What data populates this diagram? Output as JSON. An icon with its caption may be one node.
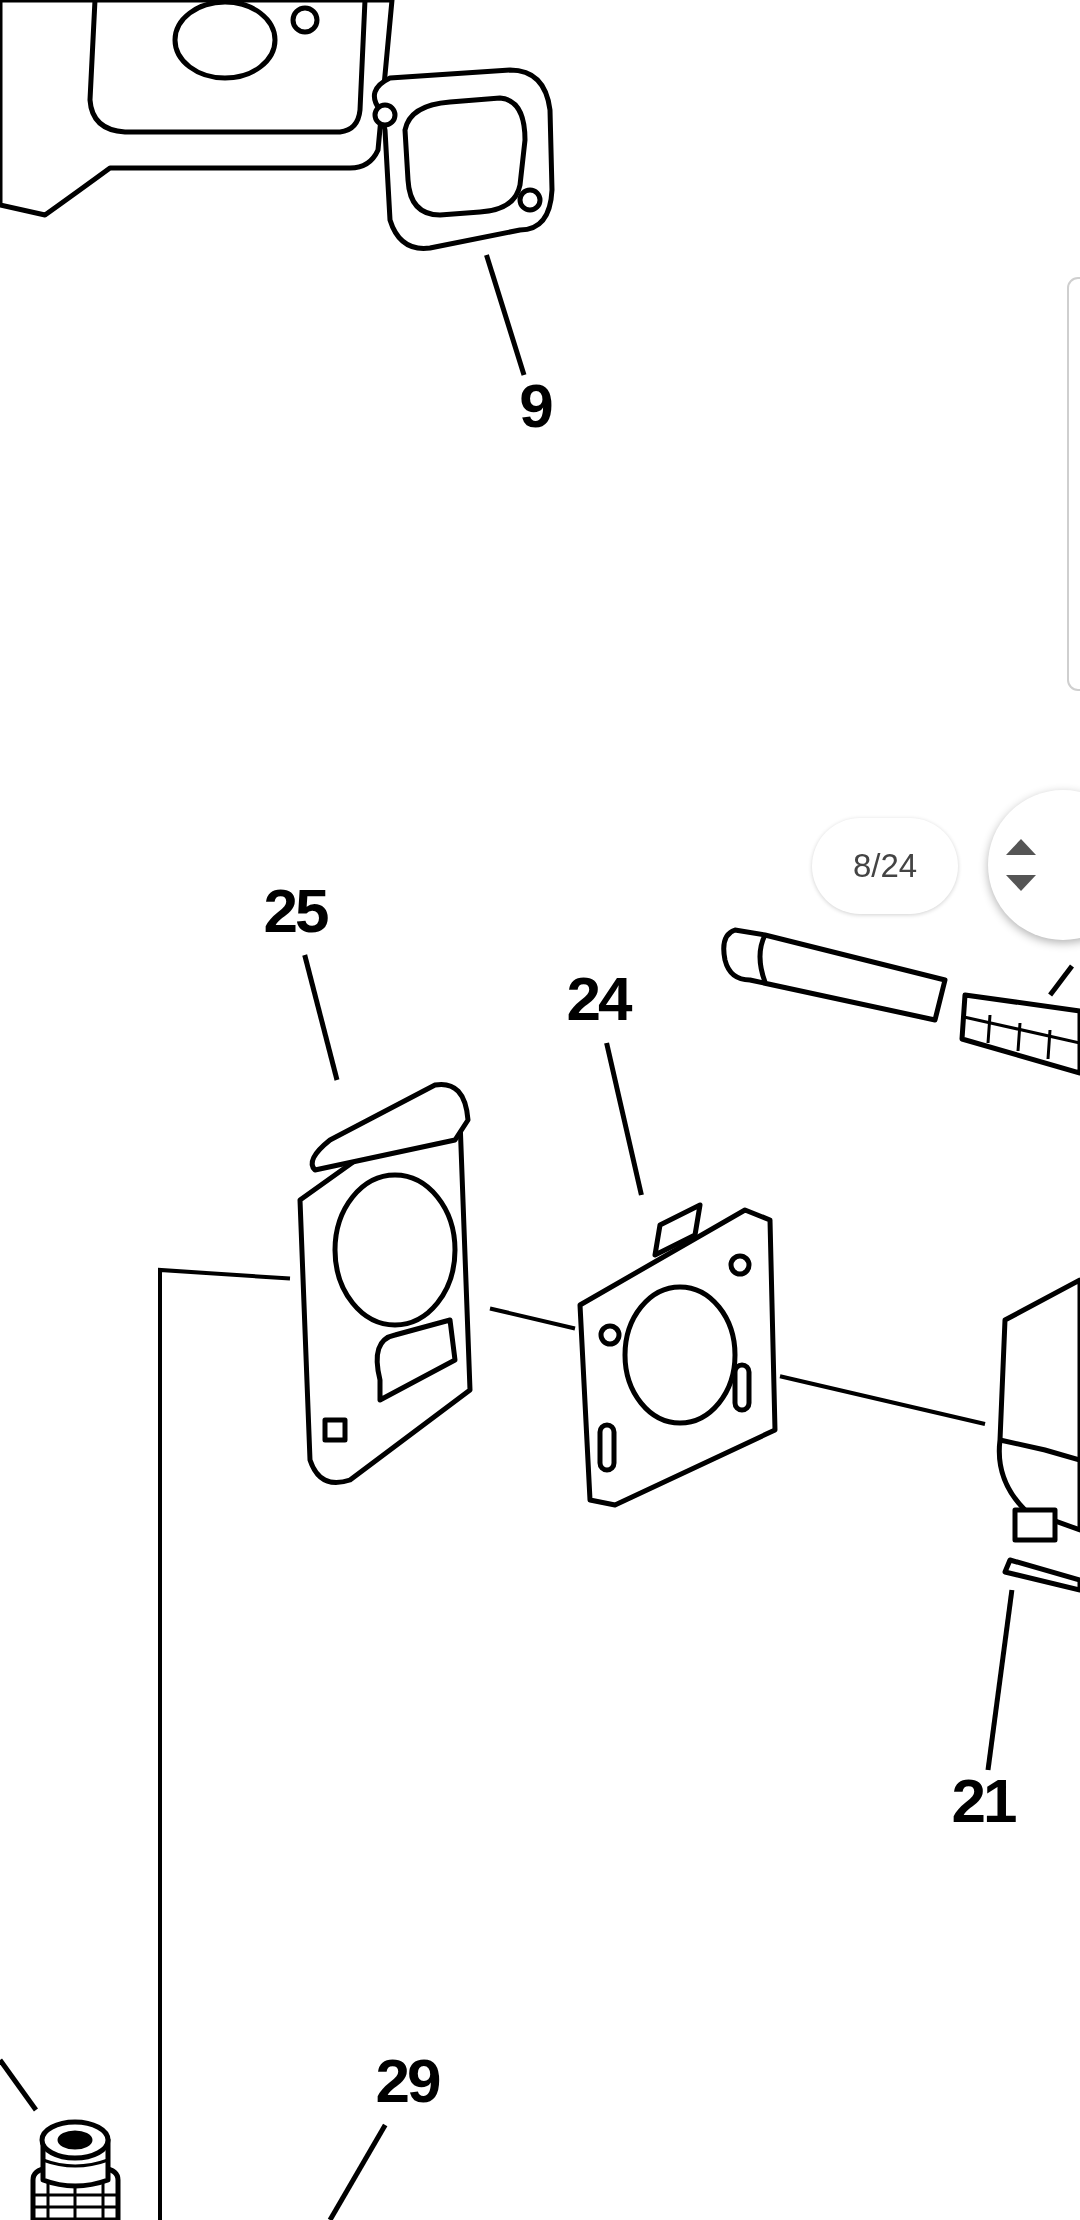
{
  "diagram": {
    "nodes": [
      {
        "text": [
          "9"
        ]
      },
      {
        "text": [],
        "shape": "picture"
      },
      {
        "text": [
          "25"
        ]
      },
      {
        "text": [],
        "shape": "picture"
      },
      {
        "text": [
          "24"
        ]
      },
      {
        "text": [],
        "shape": "picture"
      },
      {
        "text": [],
        "shape": "picture"
      },
      {
        "text": [],
        "shape": "picture"
      },
      {
        "text": [],
        "shape": "picture"
      },
      {
        "text": [
          "21"
        ]
      },
      {
        "text": [],
        "shape": "picture"
      },
      {
        "text": [
          "29"
        ]
      }
    ],
    "edges": [
      {
        "from": 0,
        "to": 1,
        "arrow": "none"
      },
      {
        "from": 2,
        "to": 3,
        "arrow": "none"
      },
      {
        "from": 4,
        "to": 5,
        "arrow": "none"
      },
      {
        "from": 9,
        "to": 8,
        "arrow": "none"
      },
      {
        "from": 11,
        "to": null,
        "arrow": "none"
      },
      {
        "from": null,
        "to": 7,
        "arrow": "none"
      },
      {
        "from": null,
        "to": 10,
        "arrow": "none"
      },
      {
        "from": null,
        "to": 3,
        "arrow": "none"
      },
      {
        "from": 3,
        "to": 5,
        "arrow": "none"
      },
      {
        "from": 5,
        "to": 8,
        "arrow": "none"
      }
    ],
    "labels": [
      "8/24"
    ]
  }
}
